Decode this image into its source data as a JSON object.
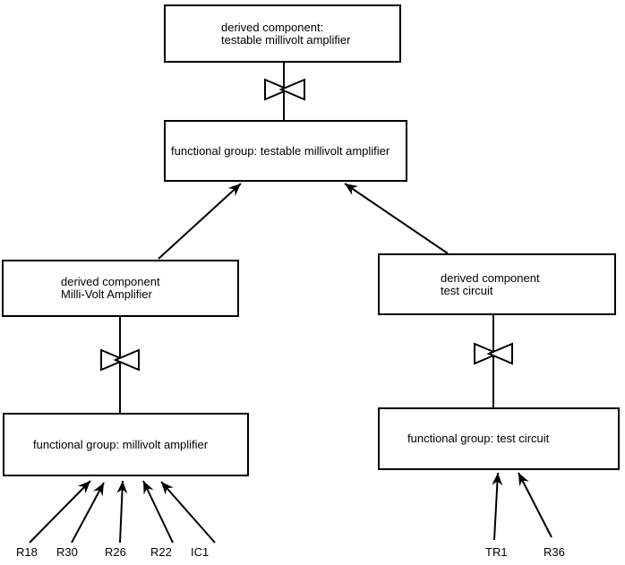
{
  "diagram": {
    "colors": {
      "background": "#ffffff",
      "stroke": "#000000"
    },
    "nodes": {
      "top_derived": {
        "line1": "derived component:",
        "line2": "testable millivolt amplifier"
      },
      "central_functional": {
        "line1": "functional group: testable millivolt amplifier"
      },
      "left_derived": {
        "line1": "derived component",
        "line2": "Milli-Volt Amplifier"
      },
      "right_derived": {
        "line1": "derived component",
        "line2": "test circuit"
      },
      "left_functional": {
        "line1": "functional group: millivolt amplifier"
      },
      "right_functional": {
        "line1": "functional group: test circuit"
      }
    },
    "components_left": [
      "R18",
      "R30",
      "R26",
      "R22",
      "IC1"
    ],
    "components_right": [
      "TR1",
      "R36"
    ]
  }
}
